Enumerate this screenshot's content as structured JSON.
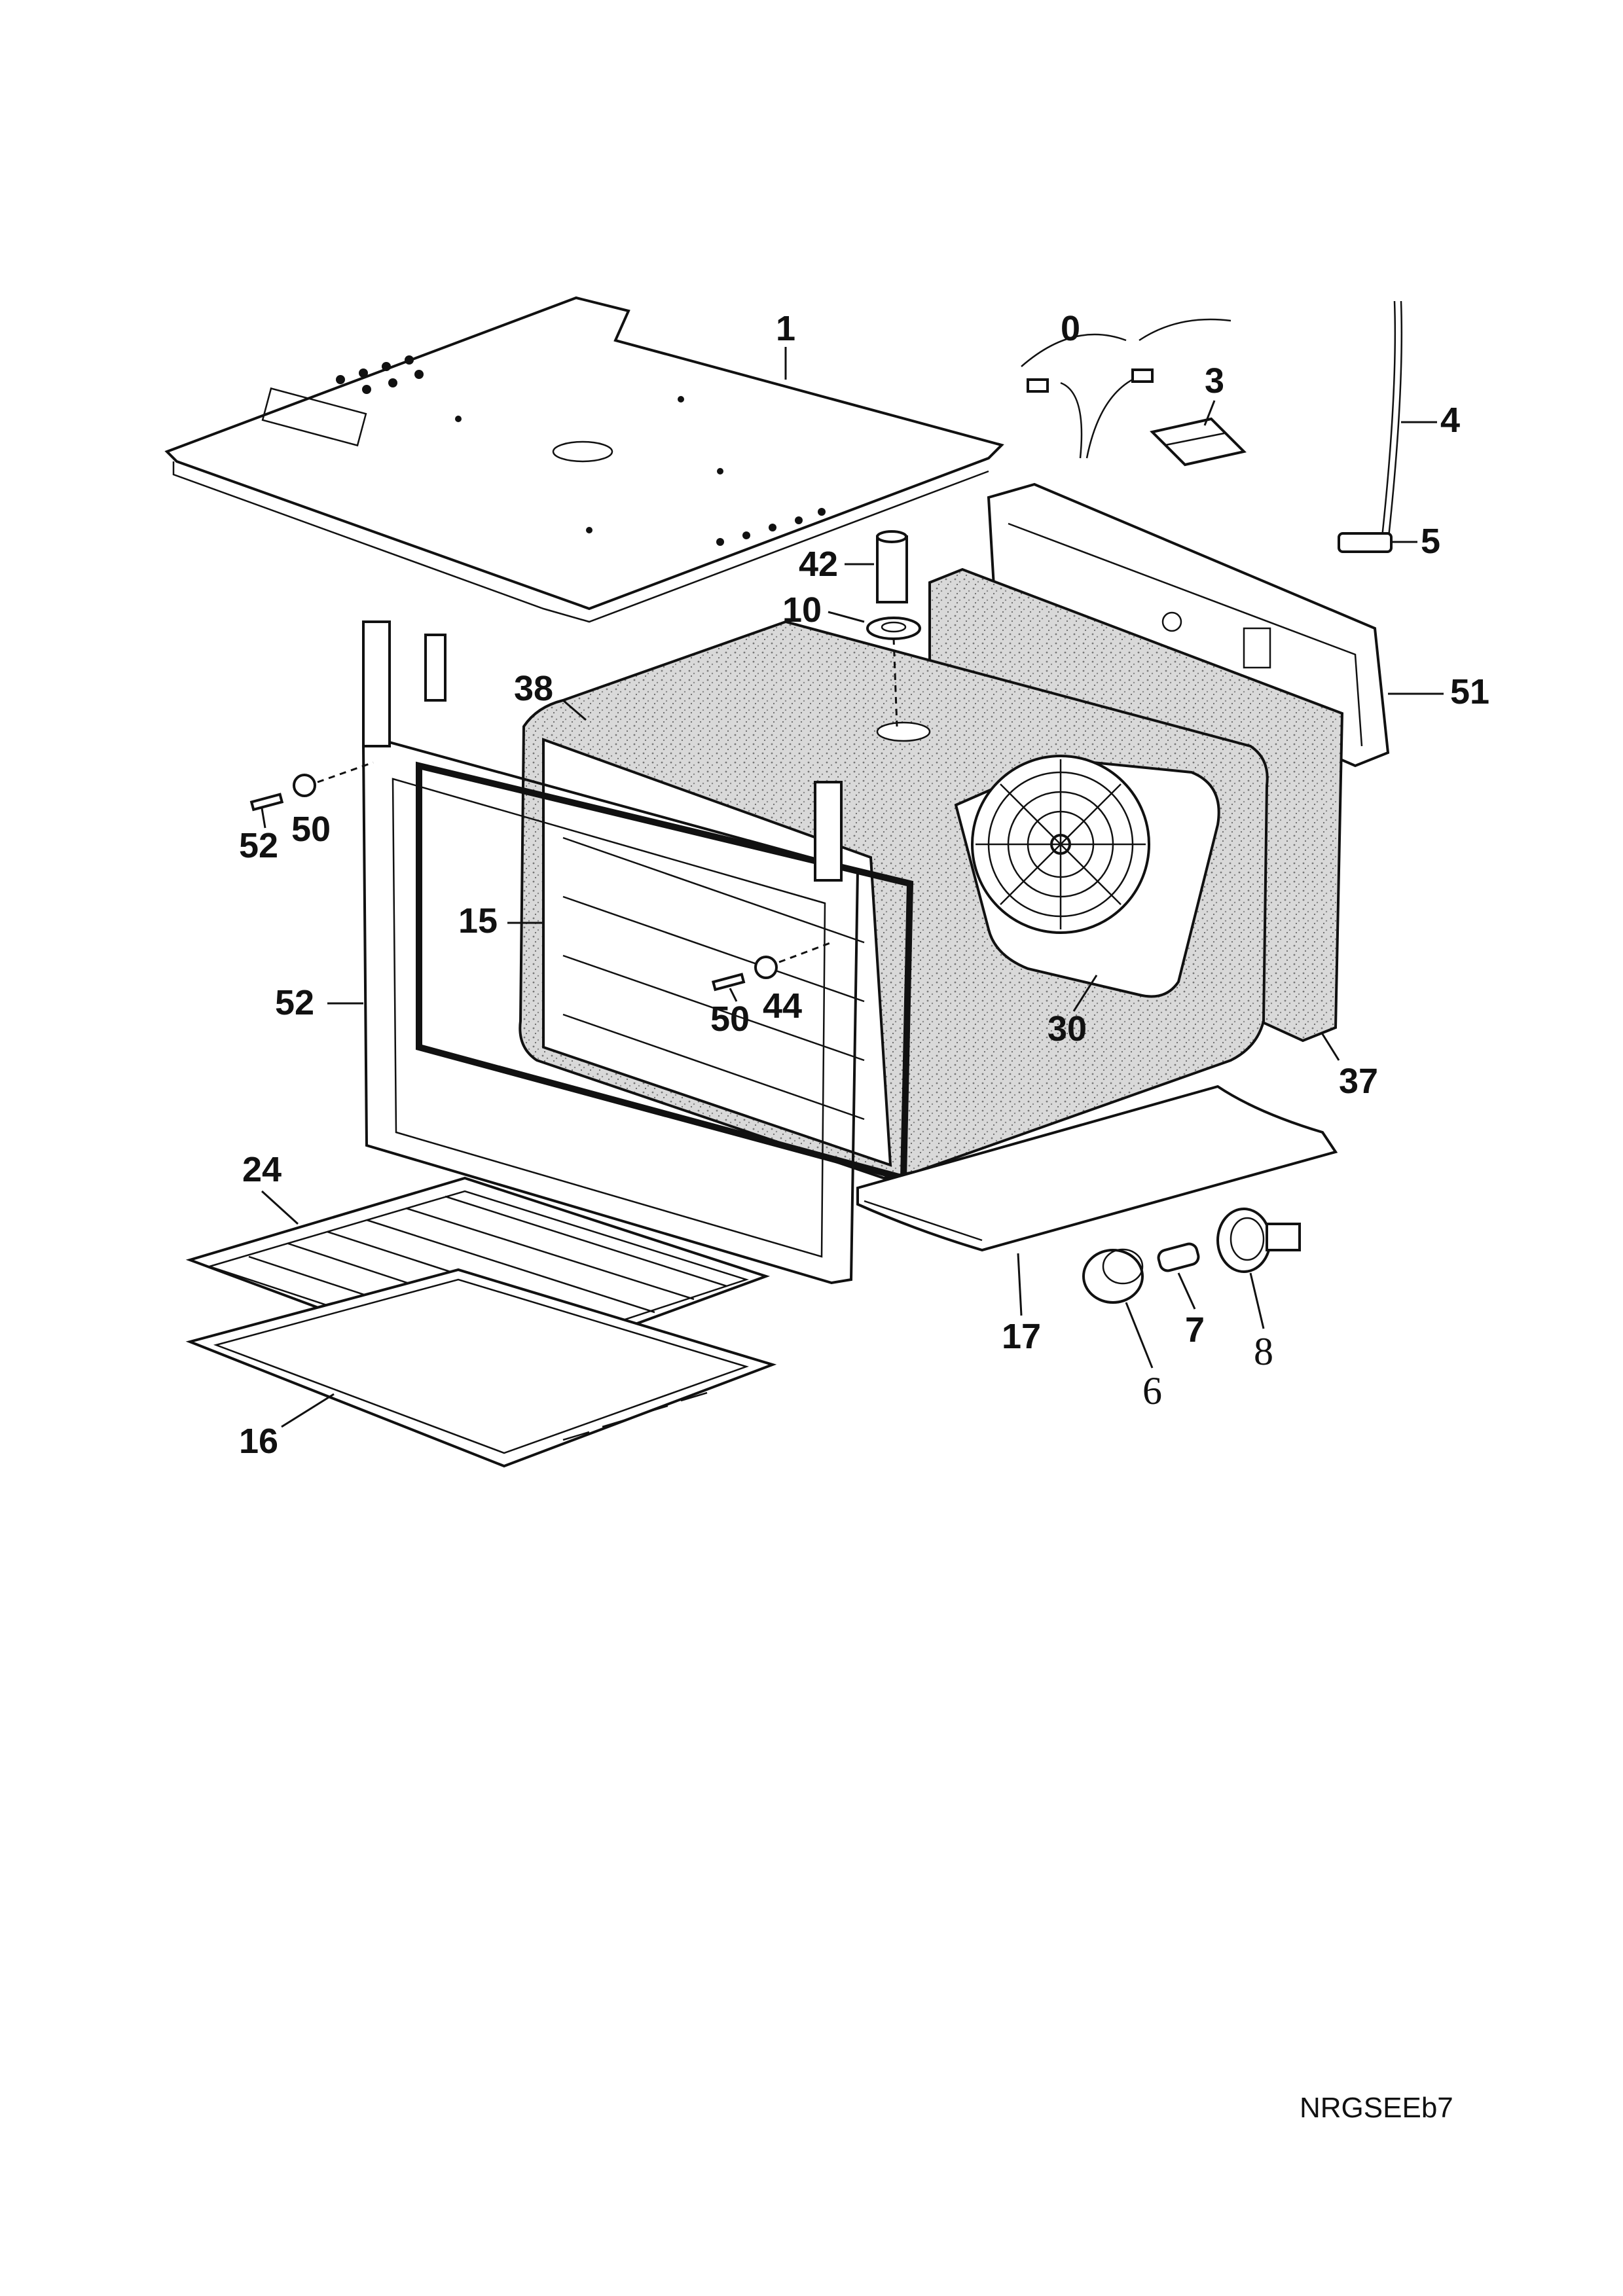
{
  "diagram": {
    "callouts": [
      {
        "id": "1",
        "text": "1"
      },
      {
        "id": "0",
        "text": "0"
      },
      {
        "id": "3",
        "text": "3"
      },
      {
        "id": "4",
        "text": "4"
      },
      {
        "id": "5",
        "text": "5"
      },
      {
        "id": "42",
        "text": "42"
      },
      {
        "id": "10",
        "text": "10"
      },
      {
        "id": "38",
        "text": "38"
      },
      {
        "id": "51",
        "text": "51"
      },
      {
        "id": "52a",
        "text": "52"
      },
      {
        "id": "50a",
        "text": "50"
      },
      {
        "id": "15",
        "text": "15"
      },
      {
        "id": "52b",
        "text": "52"
      },
      {
        "id": "50b",
        "text": "50"
      },
      {
        "id": "44",
        "text": "44"
      },
      {
        "id": "30",
        "text": "30"
      },
      {
        "id": "37",
        "text": "37"
      },
      {
        "id": "17",
        "text": "17"
      },
      {
        "id": "24",
        "text": "24"
      },
      {
        "id": "7",
        "text": "7"
      },
      {
        "id": "8",
        "text": "8"
      },
      {
        "id": "6",
        "text": "6"
      },
      {
        "id": "16",
        "text": "16"
      }
    ],
    "drawing_code": "NRGSEEb7"
  }
}
